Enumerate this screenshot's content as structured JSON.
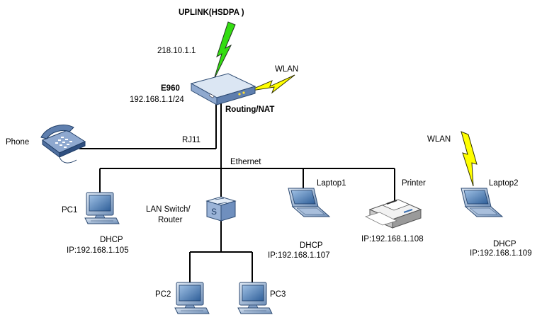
{
  "uplink": {
    "label": "UPLINK(HSDPA  )",
    "ip": "218.10.1.1",
    "bolt_color": "#33dd11"
  },
  "router": {
    "name": "E960",
    "subnet": "192.168.1.1/24",
    "function": "Routing/NAT",
    "wlan": "WLAN",
    "bolt_color": "#ffff00"
  },
  "phone": {
    "label": "Phone",
    "link": "RJ11"
  },
  "lan": {
    "label": "Ethernet"
  },
  "devices": {
    "pc1": {
      "name": "PC1",
      "mode": "DHCP",
      "ip": "IP:192.168.1.105"
    },
    "switch": {
      "name_line1": "LAN Switch/",
      "name_line2": "Router"
    },
    "laptop1": {
      "name": "Laptop1",
      "mode": "DHCP",
      "ip": "IP:192.168.1.107"
    },
    "printer": {
      "name": "Printer",
      "ip": "IP:192.168.1.108"
    },
    "laptop2": {
      "name": "Laptop2",
      "wlan": "WLAN",
      "mode": "DHCP",
      "ip": "IP:192.168.1.109"
    },
    "pc2": {
      "name": "PC2"
    },
    "pc3": {
      "name": "PC3"
    }
  }
}
